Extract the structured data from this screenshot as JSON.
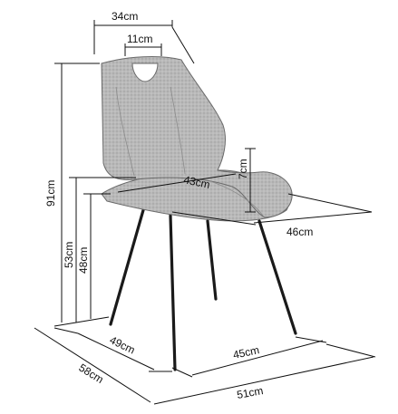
{
  "dimensions": {
    "top_width": "34cm",
    "handle_width": "11cm",
    "total_height": "91cm",
    "side_cushion": "7cm",
    "seat_depth": "43cm",
    "seat_width": "46cm",
    "seat_height": "53cm",
    "inner_height": "48cm",
    "front_depth": "49cm",
    "rear_width": "45cm",
    "base_depth": "58cm",
    "base_width": "51cm"
  },
  "colors": {
    "fabric": "#b7b7b7",
    "legs": "#1a1a1a",
    "lines": "#111111"
  }
}
